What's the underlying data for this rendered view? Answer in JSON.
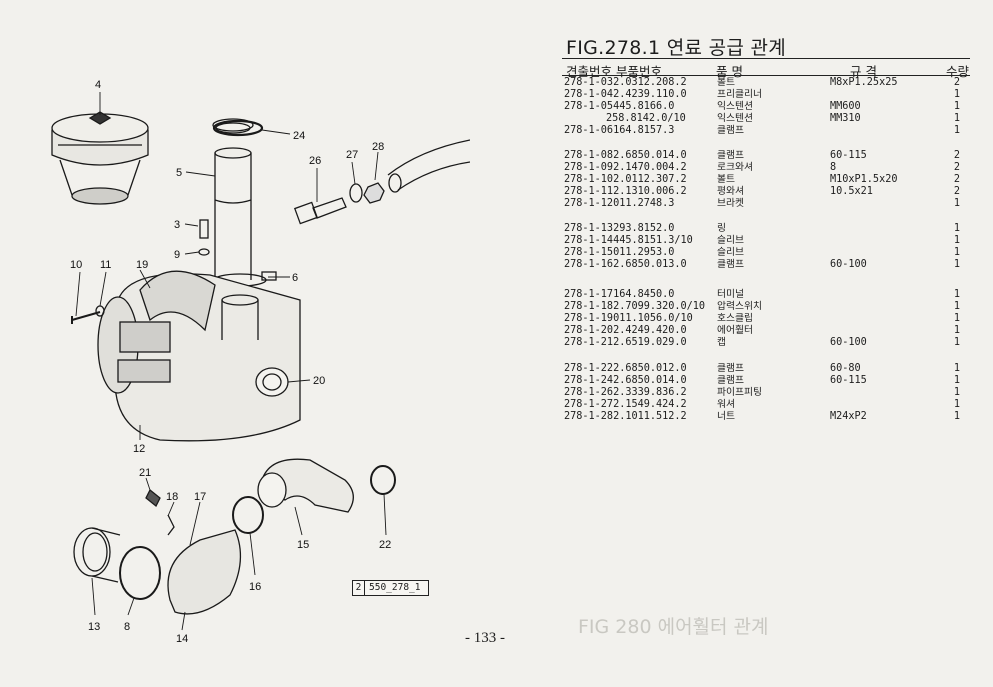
{
  "figure": {
    "title": "FIG.278.1 연료 공급 관계"
  },
  "headers": {
    "no": "견출번호 부품번호",
    "name": "품 명",
    "spec": "규 격",
    "qty": "수량"
  },
  "rows": [
    {
      "no": "278-1-032.0312.208.2",
      "name": "볼트",
      "spec": "M8xP1.25x25",
      "qty": "2"
    },
    {
      "no": "278-1-042.4239.110.0",
      "name": "프리클리너",
      "spec": "",
      "qty": "1"
    },
    {
      "no": "278-1-05445.8166.0",
      "name": "익스텐션",
      "spec": "MM600",
      "qty": "1"
    },
    {
      "no": "258.8142.0/10",
      "name": "익스텐션",
      "spec": "MM310",
      "qty": "1"
    },
    {
      "no": "278-1-06164.8157.3",
      "name": "클램프",
      "spec": "",
      "qty": "1"
    },
    {
      "no": "278-1-082.6850.014.0",
      "name": "클램프",
      "spec": "60-115",
      "qty": "2"
    },
    {
      "no": "278-1-092.1470.004.2",
      "name": "로크와셔",
      "spec": "8",
      "qty": "2"
    },
    {
      "no": "278-1-102.0112.307.2",
      "name": "볼트",
      "spec": "M10xP1.5x20",
      "qty": "2"
    },
    {
      "no": "278-1-112.1310.006.2",
      "name": "평와셔",
      "spec": "10.5x21",
      "qty": "2"
    },
    {
      "no": "278-1-12011.2748.3",
      "name": "브라켓",
      "spec": "",
      "qty": "1"
    },
    {
      "no": "278-1-13293.8152.0",
      "name": "링",
      "spec": "",
      "qty": "1"
    },
    {
      "no": "278-1-14445.8151.3/10",
      "name": "슬리브",
      "spec": "",
      "qty": "1"
    },
    {
      "no": "278-1-15011.2953.0",
      "name": "슬리브",
      "spec": "",
      "qty": "1"
    },
    {
      "no": "278-1-162.6850.013.0",
      "name": "클램프",
      "spec": "60-100",
      "qty": "1"
    },
    {
      "no": "278-1-17164.8450.0",
      "name": "터미널",
      "spec": "",
      "qty": "1"
    },
    {
      "no": "278-1-182.7099.320.0/10",
      "name": "압력스위치",
      "spec": "",
      "qty": "1"
    },
    {
      "no": "278-1-19011.1056.0/10",
      "name": "호스클립",
      "spec": "",
      "qty": "1"
    },
    {
      "no": "278-1-202.4249.420.0",
      "name": "에어훨터",
      "spec": "",
      "qty": "1"
    },
    {
      "no": "278-1-212.6519.029.0",
      "name": "캡",
      "spec": "60-100",
      "qty": "1"
    },
    {
      "no": "278-1-222.6850.012.0",
      "name": "클램프",
      "spec": "60-80",
      "qty": "1"
    },
    {
      "no": "278-1-242.6850.014.0",
      "name": "클램프",
      "spec": "60-115",
      "qty": "1"
    },
    {
      "no": "278-1-262.3339.836.2",
      "name": "파이프피팅",
      "spec": "",
      "qty": "1"
    },
    {
      "no": "278-1-272.1549.424.2",
      "name": "워셔",
      "spec": "",
      "qty": "1"
    },
    {
      "no": "278-1-282.1011.512.2",
      "name": "너트",
      "spec": "M24xP2",
      "qty": "1"
    }
  ],
  "callouts": [
    "4",
    "24",
    "5",
    "26",
    "27",
    "28",
    "3",
    "9",
    "10",
    "11",
    "19",
    "6",
    "20",
    "12",
    "21",
    "18",
    "17",
    "15",
    "22",
    "16",
    "13",
    "8",
    "14"
  ],
  "ref_box": {
    "num": "2",
    "ref": "550_278_1"
  },
  "page_number": "- 133 -",
  "ghost_title": "FIG 280 에어훨터 관계"
}
